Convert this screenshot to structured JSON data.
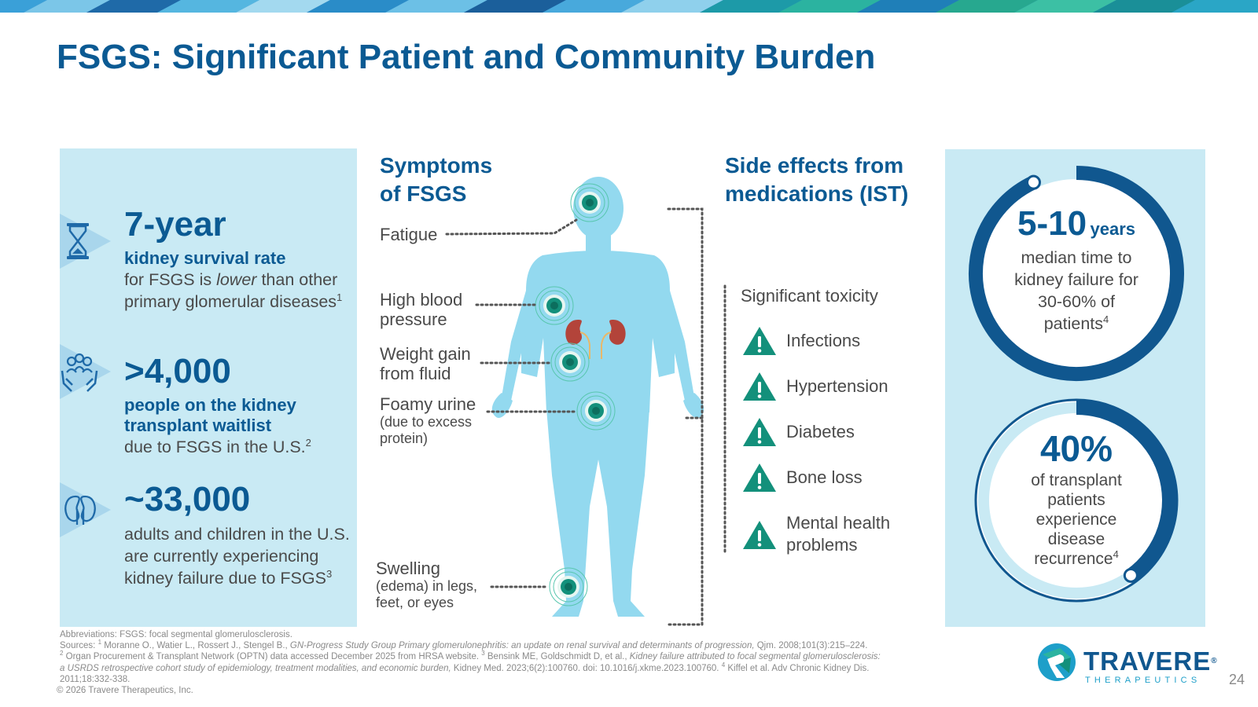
{
  "title": "FSGS: Significant Patient and Community Burden",
  "colors": {
    "navy": "#0b5a93",
    "light_blue_panel": "#c9eaf4",
    "body_blue": "#93d9ef",
    "teal": "#13907b",
    "ring_dark": "#10578f"
  },
  "left_stats": [
    {
      "icon": "hourglass-icon",
      "big": "7-year",
      "sub": "kidney survival rate",
      "body_pre": "for FSGS is ",
      "body_em": "lower",
      "body_post": " than other primary glomerular diseases",
      "sup": "1"
    },
    {
      "icon": "hands-people-icon",
      "big": ">4,000",
      "sub": "people on the kidney transplant waitlist",
      "body": "due to FSGS in the U.S.",
      "sup": "2"
    },
    {
      "icon": "kidneys-icon",
      "big": "~33,000",
      "body": "adults and children in the U.S. are currently experiencing kidney failure due to FSGS",
      "sup": "3"
    }
  ],
  "symptoms": {
    "heading_line1": "Symptoms",
    "heading_line2": "of FSGS",
    "items": {
      "fatigue": "Fatigue",
      "bp_line1": "High blood",
      "bp_line2": "pressure",
      "weight_line1": "Weight gain",
      "weight_line2": "from fluid",
      "foamy": "Foamy urine",
      "foamy_note_line1": "(due to excess",
      "foamy_note_line2": "protein)",
      "swelling": "Swelling",
      "swelling_note_line1": "(edema) in legs,",
      "swelling_note_line2": "feet, or eyes"
    }
  },
  "side_effects": {
    "heading_line1": "Side effects from",
    "heading_line2": "medications (IST)",
    "intro": "Significant toxicity",
    "items": [
      "Infections",
      "Hypertension",
      "Diabetes",
      "Bone loss"
    ],
    "last_line1": "Mental health",
    "last_line2": "problems",
    "icon": "warning-icon"
  },
  "rings": [
    {
      "value": "5-10",
      "unit": "years",
      "text_line1": "median time to",
      "text_line2": "kidney failure for",
      "text_line3": "30-60% of",
      "text_line4": "patients",
      "sup": "4",
      "fraction": 0.93
    },
    {
      "value": "40%",
      "text_line1": "of transplant",
      "text_line2": "patients",
      "text_line3": "experience",
      "text_line4": "disease",
      "text_line5": "recurrence",
      "sup": "4",
      "fraction": 0.4
    }
  ],
  "footer": {
    "abbrev": "Abbreviations: FSGS: focal segmental glomerulosclerosis.",
    "src1_pre": "Sources: ",
    "src1_sup": "1",
    "src1_a": " Moranne O., Watier L., Rossert J., Stengel B., ",
    "src1_it": "GN-Progress Study Group Primary glomerulonephritis: an update on renal survival and determinants of progression,",
    "src1_b": " Qjm. 2008;101(3):215–224.",
    "src2_sup": "2",
    "src2_a": " Organ Procurement & Transplant Network (OPTN) data accessed December 2025 from HRSA website. ",
    "src3_sup": "3",
    "src3_a": " Bensink ME, Goldschmidt D, et al., ",
    "src3_it1": "Kidney failure attributed to focal segmental glomerulosclerosis:",
    "src3_it2": "a USRDS retrospective cohort study of epidemiology, treatment modalities, and economic burden,",
    "src3_b": " Kidney Med. 2023;6(2):100760. doi: 10.1016/j.xkme.2023.100760. ",
    "src4_sup": "4",
    "src4_a": " Kiffel et al. Adv Chronic Kidney Dis.",
    "src4_b": "2011;18:332-338.",
    "copyright": "© 2026 Travere Therapeutics, Inc."
  },
  "logo": {
    "name": "TRAVERE",
    "tagline": "THERAPEUTICS",
    "reg": "®"
  },
  "page_number": "24"
}
